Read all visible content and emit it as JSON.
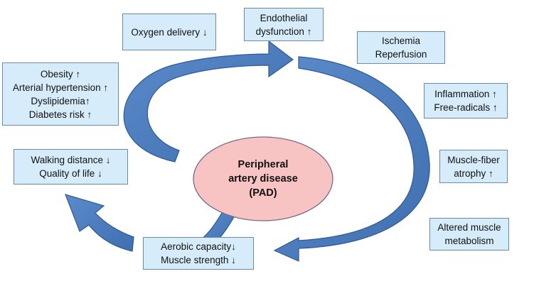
{
  "center": {
    "lines": [
      "Peripheral",
      "artery disease",
      "(PAD)"
    ],
    "fill": "#f8c4c3",
    "stroke": "#7a6a8a"
  },
  "arrow_color": "#4f7fbf",
  "boxes": {
    "oxygen": [
      "Oxygen delivery ↓"
    ],
    "endothelial": [
      "Endothelial",
      "dysfunction ↑"
    ],
    "ischemia": [
      "Ischemia",
      "Reperfusion"
    ],
    "risk": [
      "Obesity ↑",
      "Arterial hypertension ↑",
      "Dyslipidemia↑",
      "Diabetes risk ↑"
    ],
    "inflammation": [
      "Inflammation ↑",
      "Free-radicals ↑"
    ],
    "walking": [
      "Walking distance ↓",
      "Quality of life ↓"
    ],
    "atrophy": [
      "Muscle-fiber",
      "atrophy ↑"
    ],
    "metabolism": [
      "Altered muscle",
      "metabolism"
    ],
    "aerobic": [
      "Aerobic capacity↓",
      "Muscle strength ↓"
    ]
  }
}
